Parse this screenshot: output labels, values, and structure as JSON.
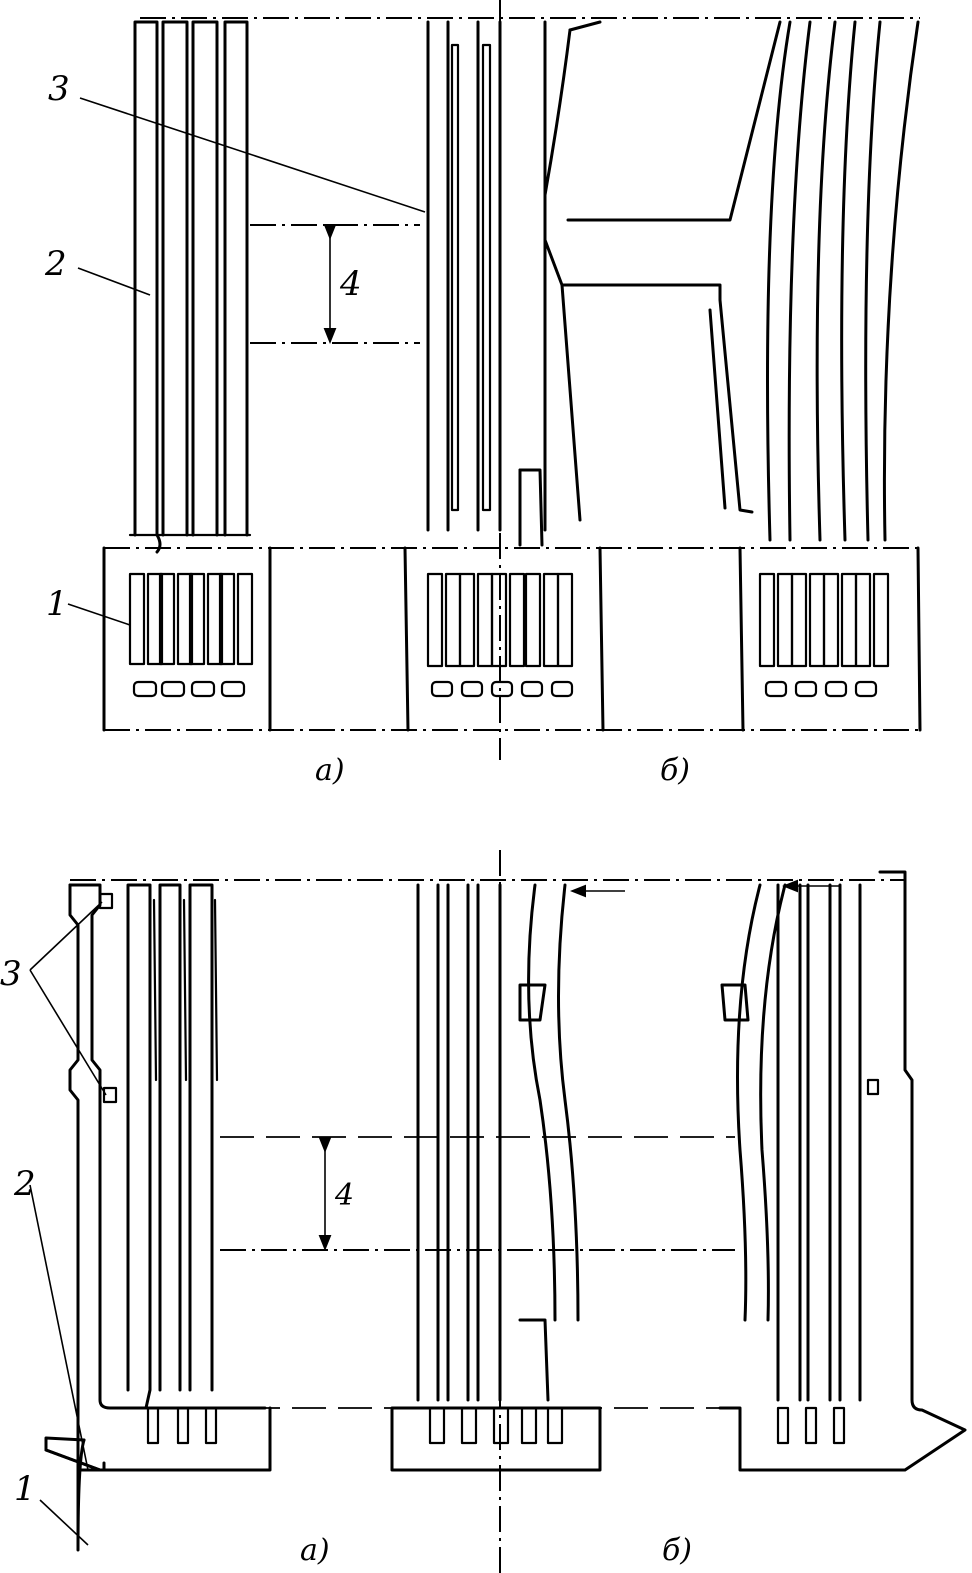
{
  "figure_top": {
    "callouts": {
      "c1": "1",
      "c2": "2",
      "c3": "3",
      "c4": "4"
    },
    "captions": {
      "a": "а)",
      "b": "б)"
    }
  },
  "figure_bottom": {
    "callouts": {
      "c1": "1",
      "c2": "2",
      "c3": "3",
      "c4": "4"
    },
    "captions": {
      "a": "а)",
      "b": "б)"
    }
  }
}
